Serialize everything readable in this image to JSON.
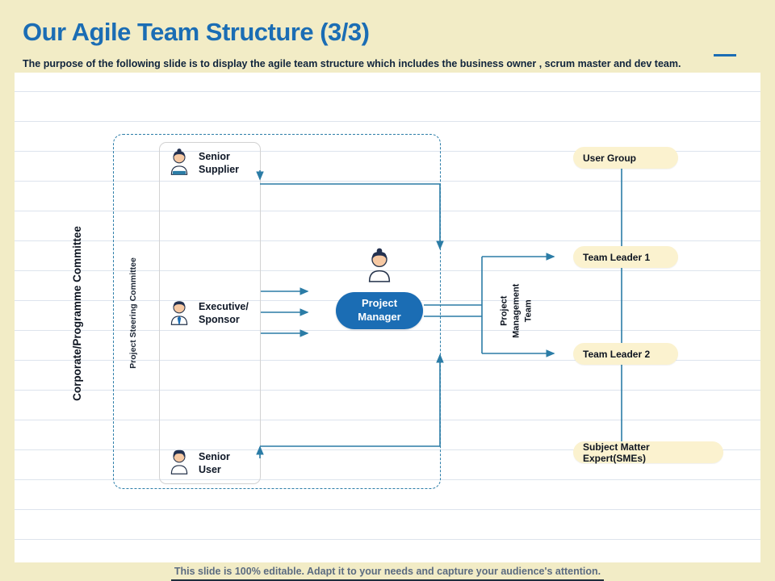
{
  "slide": {
    "title": "Our Agile Team Structure (3/3)",
    "subtitle": "The purpose of the following slide is to display the agile team structure which includes the business owner , scrum master and dev team.",
    "footer": "This slide is 100% editable. Adapt it to your needs and capture your audience's attention."
  },
  "diagram": {
    "left_label": "Corporate/Programme Committee",
    "steering_label": "Project Steering Committee",
    "roles": {
      "supplier": {
        "line1": "Senior",
        "line2": "Supplier"
      },
      "executive": {
        "line1": "Executive/",
        "line2": "Sponsor"
      },
      "user": {
        "line1": "Senior",
        "line2": "User"
      }
    },
    "manager": {
      "line1": "Project",
      "line2": "Manager"
    },
    "pm_team": {
      "line1": "Project",
      "line2": "Management",
      "line3": "Team"
    },
    "right": {
      "user_group": "User Group",
      "team_leader_1": "Team Leader 1",
      "team_leader_2": "Team Leader 2",
      "smes": "Subject Matter Expert(SMEs)"
    }
  },
  "colors": {
    "accent_blue": "#1b6db4",
    "connector": "#2b7ca6",
    "pill_background": "#fbf2cf",
    "slide_background": "#f2ecc6"
  }
}
